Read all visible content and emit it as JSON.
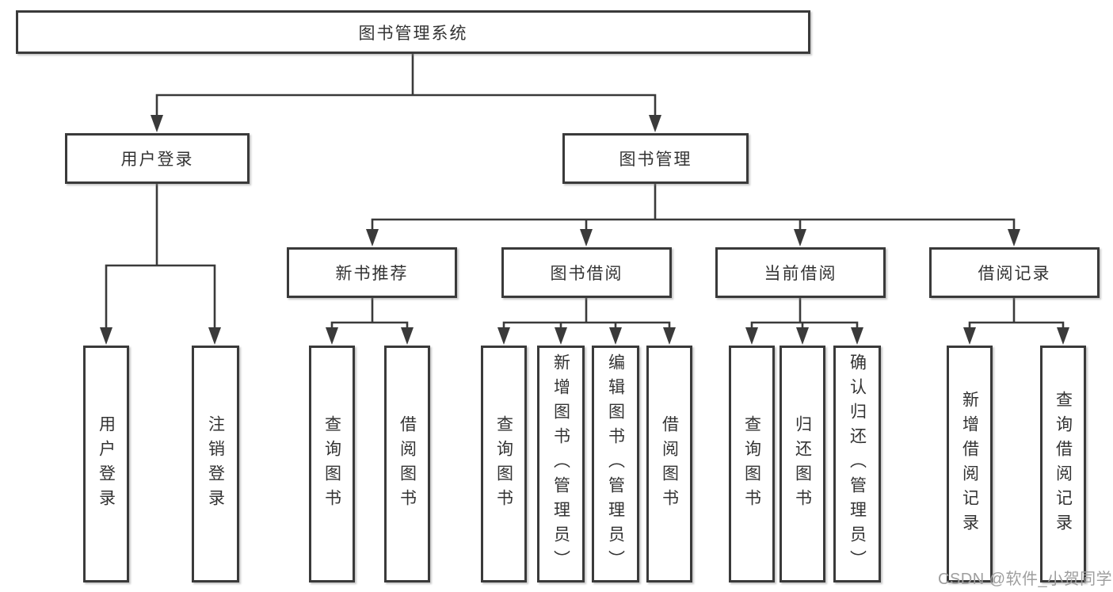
{
  "diagram": {
    "root": {
      "label": "图书管理系统"
    },
    "branches": [
      {
        "label": "用户登录",
        "children": [
          {
            "label": "用户登录"
          },
          {
            "label": "注销登录"
          }
        ]
      },
      {
        "label": "图书管理",
        "children": [
          {
            "label": "新书推荐",
            "children": [
              {
                "label": "查询图书"
              },
              {
                "label": "借阅图书"
              }
            ]
          },
          {
            "label": "图书借阅",
            "children": [
              {
                "label": "查询图书"
              },
              {
                "label": "新增图书（管理员）"
              },
              {
                "label": "编辑图书（管理员）"
              },
              {
                "label": "借阅图书"
              }
            ]
          },
          {
            "label": "当前借阅",
            "children": [
              {
                "label": "查询图书"
              },
              {
                "label": "归还图书"
              },
              {
                "label": "确认归还（管理员）"
              }
            ]
          },
          {
            "label": "借阅记录",
            "children": [
              {
                "label": "新增借阅记录"
              },
              {
                "label": "查询借阅记录"
              }
            ]
          }
        ]
      }
    ]
  },
  "watermark": "CSDN @软件_小贺同学",
  "colors": {
    "line": "#3a3a3a",
    "box_border": "#3a3a3a",
    "box_bg": "#ffffff",
    "text": "#333333",
    "watermark": "#9e9e9e"
  }
}
